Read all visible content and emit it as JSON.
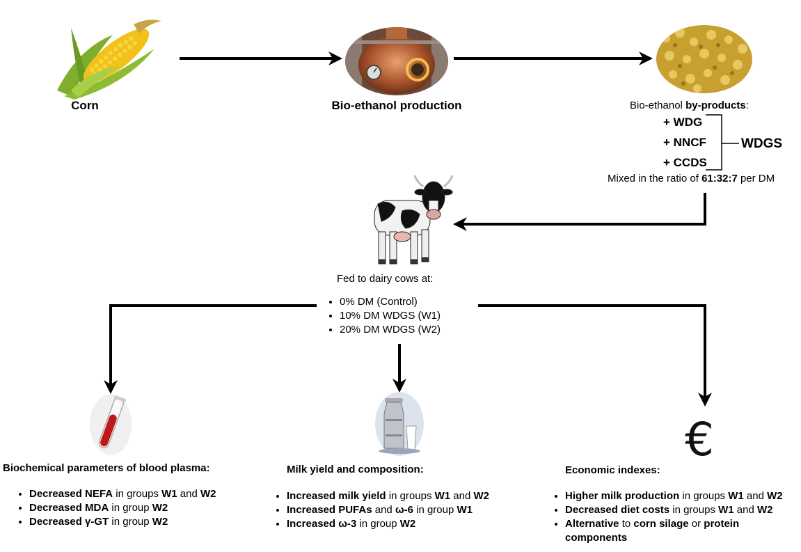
{
  "top": {
    "corn_label": "Corn",
    "bioethanol_label": "Bio-ethanol production"
  },
  "byproducts": {
    "intro_prefix": "Bio-ethanol ",
    "intro_bold": "by-products",
    "intro_suffix": ":",
    "items": [
      "+ WDG",
      "+ NNCF",
      "+ CCDS"
    ],
    "group_label": "WDGS",
    "ratio_prefix": "Mixed in the ratio of ",
    "ratio_value": "61:32:7",
    "ratio_suffix": " per DM"
  },
  "feeding": {
    "title": "Fed to dairy cows at:",
    "levels": [
      "0% DM (Control)",
      "10% DM WDGS (W1)",
      "20% DM WDGS (W2)"
    ]
  },
  "outcomes": {
    "blood": {
      "title": "Biochemical parameters of blood plasma:",
      "items": [
        {
          "b1": "Decreased NEFA",
          "t1": " in groups ",
          "b2": "W1",
          "t2": " and ",
          "b3": "W2"
        },
        {
          "b1": "Decreased MDA",
          "t1": " in group ",
          "b2": "W2",
          "t2": "",
          "b3": ""
        },
        {
          "b1": "Decreased γ-GT",
          "t1": " in group ",
          "b2": "W2",
          "t2": "",
          "b3": ""
        }
      ]
    },
    "milk": {
      "title": "Milk yield and composition:",
      "items": [
        {
          "b1": "Increased milk yield",
          "t1": " in groups ",
          "b2": "W1",
          "t2": " and ",
          "b3": "W2"
        },
        {
          "b1": "Increased PUFAs",
          "t1": " and ",
          "b2": "ω-6",
          "t2": " in group ",
          "b3": "W1"
        },
        {
          "b1": "Increased ω-3",
          "t1": " in group ",
          "b2": "W2",
          "t2": "",
          "b3": ""
        }
      ]
    },
    "economic": {
      "title": "Economic indexes:",
      "currency_symbol": "€",
      "items": [
        {
          "b1": "Higher milk production",
          "t1": " in groups ",
          "b2": "W1",
          "t2": " and ",
          "b3": "W2"
        },
        {
          "b1": "Decreased diet costs",
          "t1": " in groups ",
          "b2": "W1",
          "t2": " and ",
          "b3": "W2"
        },
        {
          "b1": "Alternative",
          "t1": " to ",
          "b2": "corn silage",
          "t2": " or ",
          "b3": "protein components"
        }
      ]
    }
  },
  "icons": [
    "corn-icon",
    "distillery-icon",
    "grain-byproduct-icon",
    "cow-icon",
    "blood-tube-icon",
    "milk-can-icon",
    "euro-icon"
  ]
}
